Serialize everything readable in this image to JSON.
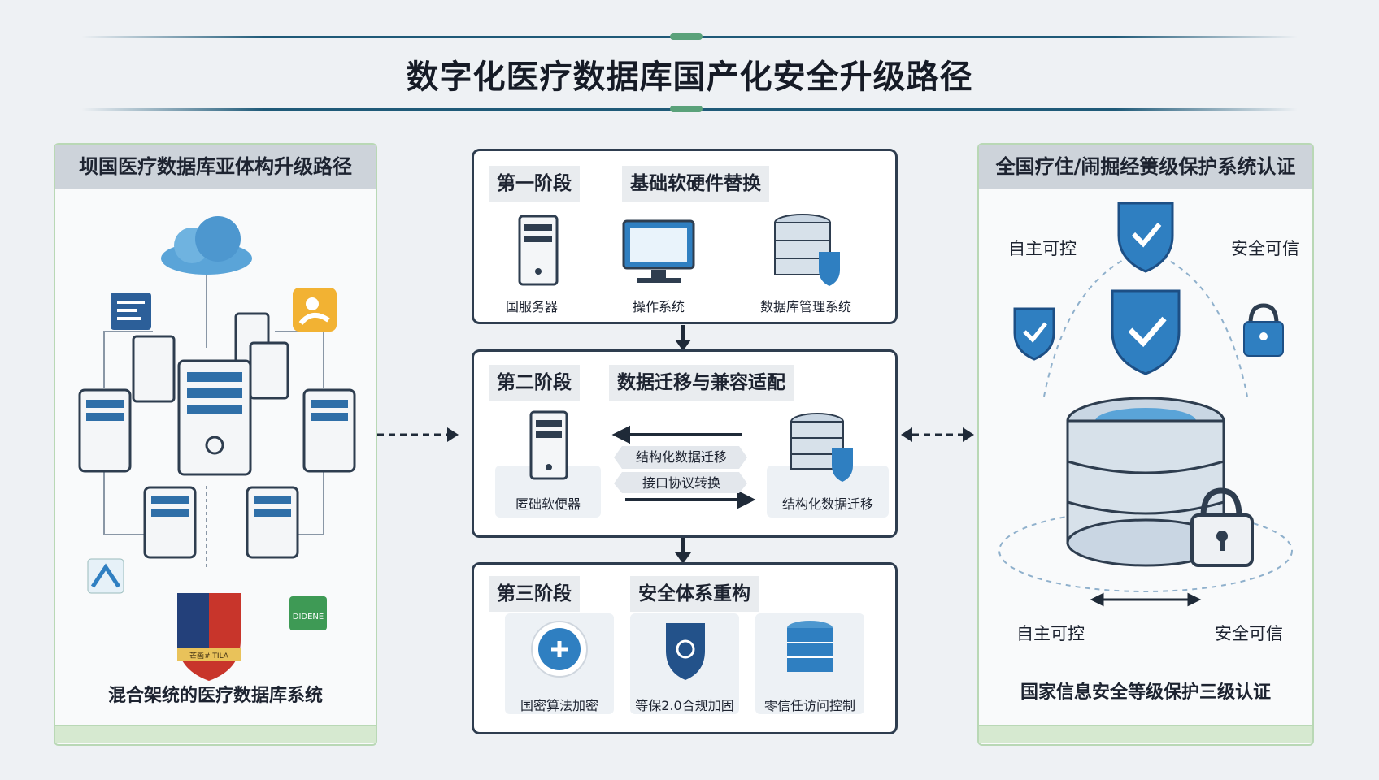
{
  "title": "数字化医疗数据库国产化安全升级路径",
  "left_panel": {
    "header": "坝国医疗数据库亚体构升级路径",
    "footer": "混合架统的医疗数据库系统",
    "badge_text": "DIDENE",
    "shield_text": "芒画# TILA"
  },
  "stages": [
    {
      "tag": "第一阶段",
      "title": "基础软硬件替换",
      "items": [
        "国服务器",
        "操作系统",
        "数据库管理系统"
      ]
    },
    {
      "tag": "第二阶段",
      "title": "数据迁移与兼容适配",
      "left_caption": "匿础软便器",
      "right_caption": "结构化数据迁移",
      "arrow_labels": [
        "结构化数据迁移",
        "接口协议转换"
      ]
    },
    {
      "tag": "第三阶段",
      "title": "安全体系重构",
      "items": [
        "国密算法加密",
        "等保2.0合规加固",
        "零信任访问控制"
      ]
    }
  ],
  "right_panel": {
    "header": "全国疗住/闹掘经箦级保护系统认证",
    "labels": {
      "top_left": "自主可控",
      "top_right": "安全可信",
      "bottom_left": "自主可控",
      "bottom_right": "安全可信"
    },
    "footer": "国家信息安全等级保护三级认证"
  },
  "colors": {
    "accent_blue": "#2f7fc1",
    "dark": "#2e3d4f",
    "green_border": "#b9d8b5"
  }
}
